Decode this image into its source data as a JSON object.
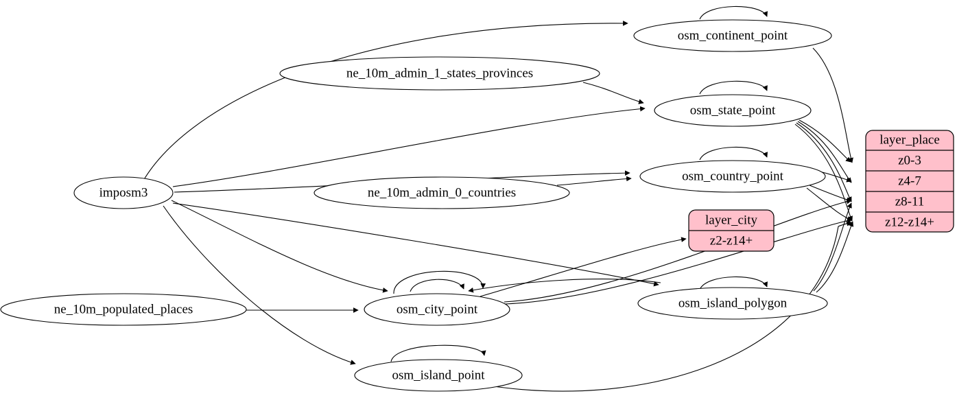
{
  "diagram": {
    "type": "directed-graph",
    "title": "",
    "background_color": "#ffffff",
    "edge_color": "#000000",
    "source_node_fill": "#ffffff",
    "layer_node_fill": "#ffc0cb"
  },
  "nodes": {
    "imposm3": {
      "label": "imposm3",
      "shape": "ellipse"
    },
    "ne_states": {
      "label": "ne_10m_admin_1_states_provinces",
      "shape": "ellipse"
    },
    "ne_countries": {
      "label": "ne_10m_admin_0_countries",
      "shape": "ellipse"
    },
    "ne_places": {
      "label": "ne_10m_populated_places",
      "shape": "ellipse"
    },
    "continent": {
      "label": "osm_continent_point",
      "shape": "ellipse"
    },
    "state": {
      "label": "osm_state_point",
      "shape": "ellipse"
    },
    "country": {
      "label": "osm_country_point",
      "shape": "ellipse"
    },
    "city": {
      "label": "osm_city_point",
      "shape": "ellipse"
    },
    "island_poly": {
      "label": "osm_island_polygon",
      "shape": "ellipse"
    },
    "island_point": {
      "label": "osm_island_point",
      "shape": "ellipse"
    }
  },
  "layers": {
    "layer_place": {
      "title": "layer_place",
      "rows": [
        "z0-3",
        "z4-7",
        "z8-11",
        "z12-z14+"
      ],
      "fill": "#ffc0cb"
    },
    "layer_city": {
      "title": "layer_city",
      "rows": [
        "z2-z14+"
      ],
      "fill": "#ffc0cb"
    }
  },
  "edges": [
    {
      "from": "imposm3",
      "to": "continent"
    },
    {
      "from": "imposm3",
      "to": "state"
    },
    {
      "from": "imposm3",
      "to": "country"
    },
    {
      "from": "imposm3",
      "to": "city"
    },
    {
      "from": "imposm3",
      "to": "island_poly"
    },
    {
      "from": "imposm3",
      "to": "island_point"
    },
    {
      "from": "ne_states",
      "to": "state"
    },
    {
      "from": "ne_countries",
      "to": "country"
    },
    {
      "from": "ne_places",
      "to": "city"
    },
    {
      "from": "continent",
      "to": "continent"
    },
    {
      "from": "state",
      "to": "state"
    },
    {
      "from": "country",
      "to": "country"
    },
    {
      "from": "city",
      "to": "city"
    },
    {
      "from": "city",
      "to": "city"
    },
    {
      "from": "island_poly",
      "to": "island_poly"
    },
    {
      "from": "island_point",
      "to": "island_point"
    },
    {
      "from": "island_poly",
      "to": "city"
    },
    {
      "from": "continent",
      "to": "layer_place.z0-3"
    },
    {
      "from": "state",
      "to": "layer_place.z4-7"
    },
    {
      "from": "state",
      "to": "layer_place.z8-11"
    },
    {
      "from": "state",
      "to": "layer_place.z12-z14+"
    },
    {
      "from": "country",
      "to": "layer_place.z4-7"
    },
    {
      "from": "country",
      "to": "layer_place.z8-11"
    },
    {
      "from": "country",
      "to": "layer_place.z12-z14+"
    },
    {
      "from": "city",
      "to": "layer_city.z2-z14+"
    },
    {
      "from": "city",
      "to": "layer_place.z8-11"
    },
    {
      "from": "city",
      "to": "layer_place.z12-z14+"
    },
    {
      "from": "island_poly",
      "to": "layer_place.z8-11"
    },
    {
      "from": "island_poly",
      "to": "layer_place.z12-z14+"
    },
    {
      "from": "island_point",
      "to": "layer_place.z12-z14+"
    }
  ]
}
